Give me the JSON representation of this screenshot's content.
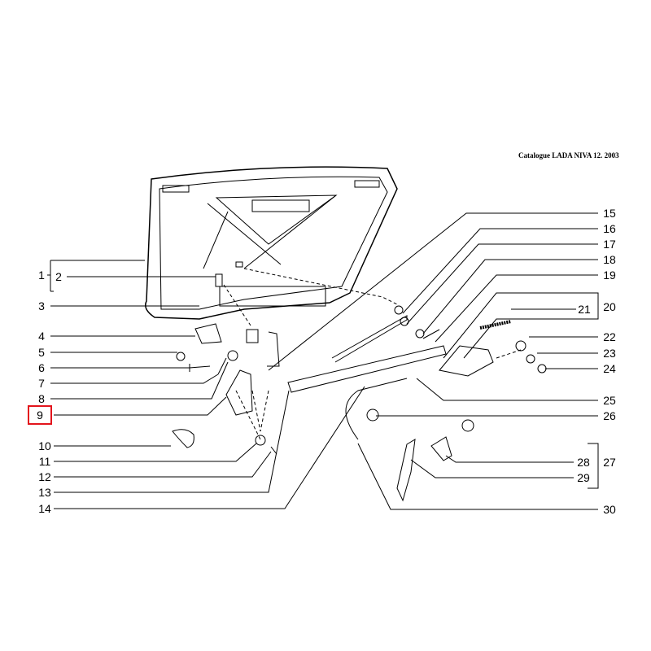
{
  "header": {
    "catalogue": "Catalogue LADA NIVA 12. 2003"
  },
  "highlight": {
    "label": "9",
    "color": "#e3141c"
  },
  "labels": {
    "1": "1",
    "2": "2",
    "3": "3",
    "4": "4",
    "5": "5",
    "6": "6",
    "7": "7",
    "8": "8",
    "9": "9",
    "10": "10",
    "11": "11",
    "12": "12",
    "13": "13",
    "14": "14",
    "15": "15",
    "16": "16",
    "17": "17",
    "18": "18",
    "19": "19",
    "20": "20",
    "21": "21",
    "22": "22",
    "23": "23",
    "24": "24",
    "25": "25",
    "26": "26",
    "27": "27",
    "28": "28",
    "29": "29",
    "30": "30"
  }
}
